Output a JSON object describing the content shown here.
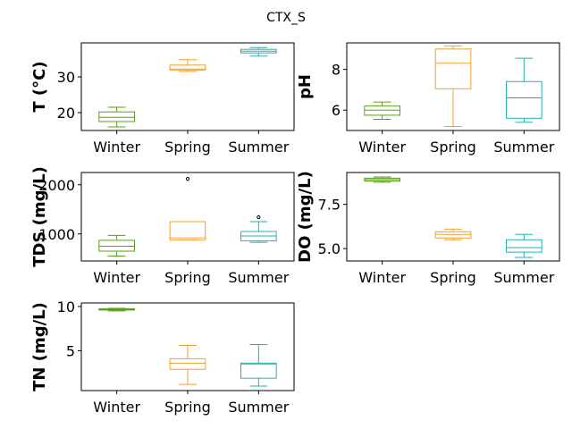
{
  "title": "CTX_S",
  "colors": {
    "Winter": "#5aa013",
    "Spring": "#f0a030",
    "Summer": "#20b2b8"
  },
  "chart_data": [
    {
      "type": "box",
      "ylabel": "T  (°C)",
      "categories": [
        "Winter",
        "Spring",
        "Summer"
      ],
      "ylim": [
        15.0,
        39.5
      ],
      "yticks": [
        20,
        30
      ],
      "boxes": [
        {
          "whislo": 16.0,
          "q1": 17.5,
          "med": 18.7,
          "q3": 20.2,
          "whishi": 21.5,
          "fliers": []
        },
        {
          "whislo": 31.5,
          "q1": 31.9,
          "med": 32.2,
          "q3": 33.3,
          "whishi": 34.8,
          "fliers": []
        },
        {
          "whislo": 35.8,
          "q1": 36.7,
          "med": 37.2,
          "q3": 37.7,
          "whishi": 38.2,
          "fliers": []
        }
      ]
    },
    {
      "type": "box",
      "ylabel": "pH",
      "categories": [
        "Winter",
        "Spring",
        "Summer"
      ],
      "ylim": [
        5.0,
        9.3
      ],
      "yticks": [
        6,
        8
      ],
      "boxes": [
        {
          "whislo": 5.55,
          "q1": 5.75,
          "med": 6.0,
          "q3": 6.2,
          "whishi": 6.4,
          "fliers": []
        },
        {
          "whislo": 5.2,
          "q1": 7.05,
          "med": 8.3,
          "q3": 9.0,
          "whishi": 9.15,
          "fliers": []
        },
        {
          "whislo": 5.4,
          "q1": 5.6,
          "med": 6.6,
          "q3": 7.4,
          "whishi": 8.55,
          "fliers": []
        }
      ]
    },
    {
      "type": "box",
      "ylabel": "TDS (mg/L)",
      "categories": [
        "Winter",
        "Spring",
        "Summer"
      ],
      "ylim": [
        450,
        2250
      ],
      "yticks": [
        1000,
        2000
      ],
      "boxes": [
        {
          "whislo": 550,
          "q1": 650,
          "med": 750,
          "q3": 870,
          "whishi": 970,
          "fliers": []
        },
        {
          "whislo": 880,
          "q1": 880,
          "med": 920,
          "q3": 1250,
          "whishi": 1250,
          "fliers": [
            2120
          ]
        },
        {
          "whislo": 830,
          "q1": 860,
          "med": 960,
          "q3": 1050,
          "whishi": 1250,
          "fliers": [
            1340
          ]
        }
      ]
    },
    {
      "type": "box",
      "ylabel": "DO (mg/L)",
      "categories": [
        "Winter",
        "Spring",
        "Summer"
      ],
      "ylim": [
        4.3,
        9.3
      ],
      "yticks": [
        5.0,
        7.5
      ],
      "yticklabels": [
        "5.0",
        "7.5"
      ],
      "boxes": [
        {
          "whislo": 8.75,
          "q1": 8.82,
          "med": 8.9,
          "q3": 8.98,
          "whishi": 9.05,
          "fliers": []
        },
        {
          "whislo": 5.5,
          "q1": 5.6,
          "med": 5.8,
          "q3": 5.95,
          "whishi": 6.1,
          "fliers": []
        },
        {
          "whislo": 4.5,
          "q1": 4.8,
          "med": 5.05,
          "q3": 5.5,
          "whishi": 5.8,
          "fliers": []
        }
      ]
    },
    {
      "type": "box",
      "ylabel": "TN (mg/L)",
      "categories": [
        "Winter",
        "Spring",
        "Summer"
      ],
      "ylim": [
        0.5,
        10.4
      ],
      "yticks": [
        5,
        10
      ],
      "boxes": [
        {
          "whislo": 9.5,
          "q1": 9.6,
          "med": 9.65,
          "q3": 9.75,
          "whishi": 9.8,
          "fliers": []
        },
        {
          "whislo": 1.2,
          "q1": 2.9,
          "med": 3.6,
          "q3": 4.1,
          "whishi": 5.6,
          "fliers": []
        },
        {
          "whislo": 1.0,
          "q1": 1.9,
          "med": 3.5,
          "q3": 3.6,
          "whishi": 5.7,
          "fliers": []
        }
      ]
    }
  ]
}
